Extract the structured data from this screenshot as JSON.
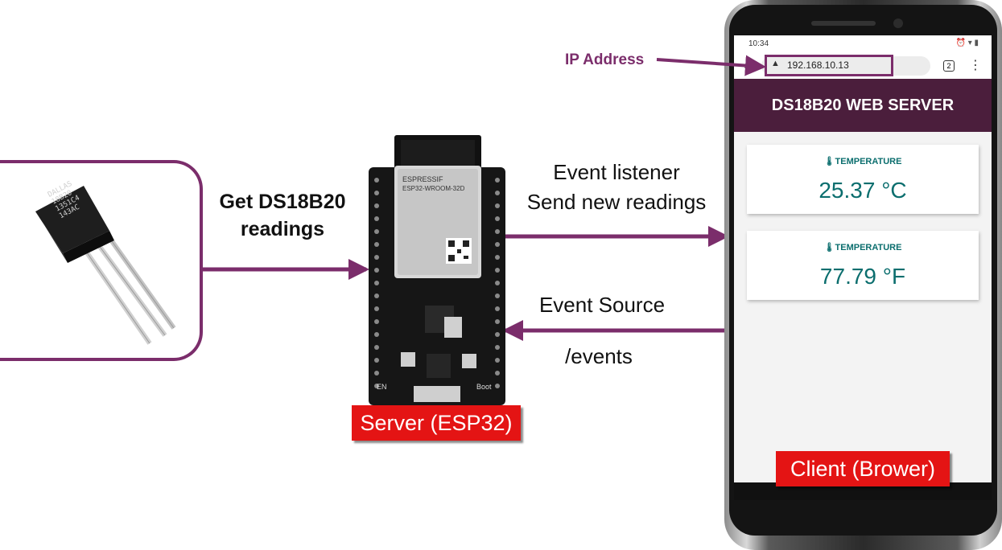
{
  "sensor": {
    "chip_text": [
      "DALLAS",
      "18B20",
      "1351C4",
      "143AC"
    ]
  },
  "labels": {
    "get_readings_line1": "Get DS18B20",
    "get_readings_line2": "readings",
    "event_listener_line1": "Event listener",
    "event_listener_line2": "Send new readings",
    "event_source": "Event Source",
    "events_path": "/events",
    "ip_address": "IP Address"
  },
  "board": {
    "module_brand": "ESPRESSIF",
    "module_model": "ESP32-WROOM-32D",
    "boot_label": "Boot",
    "en_label": "EN"
  },
  "tags": {
    "server": "Server (ESP32)",
    "client": "Client (Brower)"
  },
  "phone": {
    "status_time": "10:34",
    "url": "192.168.10.13",
    "tab_count": "2",
    "header_title": "DS18B20 WEB SERVER",
    "cards": [
      {
        "title": "TEMPERATURE",
        "value": "25.37 °C"
      },
      {
        "title": "TEMPERATURE",
        "value": "77.79 °F"
      }
    ]
  },
  "colors": {
    "arrow": "#7b2d6b",
    "tag_red": "#e41414",
    "header": "#4b1e3c",
    "value_teal": "#0b6e6e"
  }
}
